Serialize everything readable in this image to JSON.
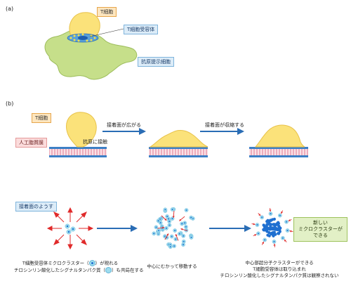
{
  "panel_a": {
    "letter": "(a)",
    "t_cell": "T細胞",
    "tcr": "T細胞受容体",
    "apc": "抗原提示細胞"
  },
  "panel_b": {
    "letter": "(b)",
    "t_cell": "T細胞",
    "membrane": "人工脂質膜",
    "contact": "抗原に接触",
    "spread": "接着面が広がる",
    "contract": "接着面が収縮する",
    "interface": "接着面のようす",
    "new_mc": [
      "新しい",
      "ミクロクラスターが",
      "できる"
    ],
    "cap1": [
      "T細胞受容体ミクロクラスター（",
      "）が現れる",
      "チロシンリン酸化したシグナルタンパク質（",
      "）も共局在する"
    ],
    "cap2": "中心にむかって移動する",
    "cap3": [
      "中心部超分子クラスターができる",
      "T細胞受容体は取り込まれ",
      "チロシンリン酸化したシグナルタンパク質は観察されない"
    ]
  },
  "colors": {
    "cell_yellow": "#fbe27a",
    "apc_green": "#c6df8a",
    "membrane_pink": "#f0a6b6",
    "lipid_blue": "#3c7fc6",
    "arrow_blue": "#2a6db5",
    "arrow_red": "#e02a2a",
    "cluster_blue": "#1f6fd0",
    "signal_cyan": "#9ddcee"
  }
}
